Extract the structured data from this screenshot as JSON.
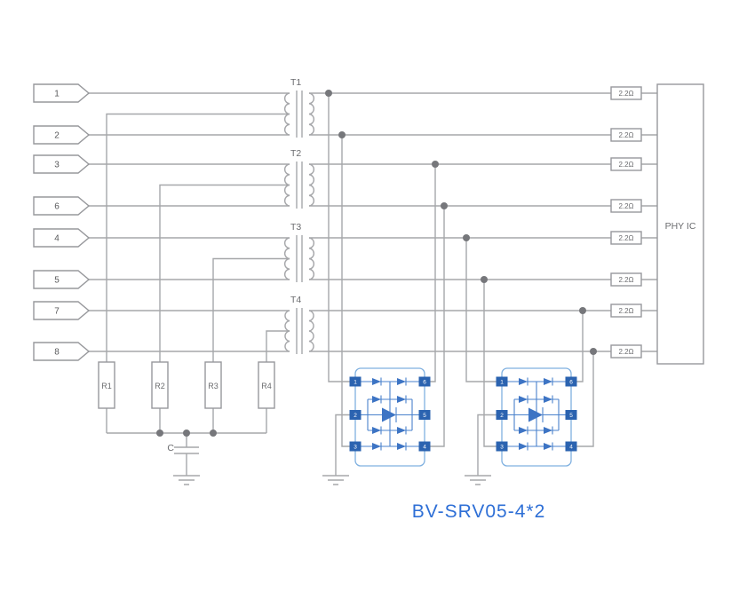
{
  "connectors": {
    "labels": [
      "1",
      "2",
      "3",
      "6",
      "4",
      "5",
      "7",
      "8"
    ]
  },
  "transformers": {
    "labels": [
      "T1",
      "T2",
      "T3",
      "T4"
    ]
  },
  "resistors": {
    "termination": [
      "R1",
      "R2",
      "R3",
      "R4"
    ],
    "series": [
      "2.2Ω",
      "2.2Ω",
      "2.2Ω",
      "2.2Ω",
      "2.2Ω",
      "2.2Ω",
      "2.2Ω",
      "2.2Ω"
    ]
  },
  "capacitor": {
    "label": "C"
  },
  "phy": {
    "label": "PHY IC"
  },
  "tvs": {
    "part_label": "BV-SRV05-4*2",
    "arrays": [
      {
        "pins_left": [
          "1",
          "2",
          "3"
        ],
        "pins_right": [
          "6",
          "5",
          "4"
        ]
      },
      {
        "pins_left": [
          "1",
          "2",
          "3"
        ],
        "pins_right": [
          "6",
          "5",
          "4"
        ]
      }
    ]
  },
  "colors": {
    "wire_gray": "#a6a7aa",
    "junction_dot": "#76777b",
    "component_outline": "#97989c",
    "tvs_outline_blue": "#7fb0e0",
    "tvs_diode_blue": "#3d74c4",
    "tvs_pin_blue": "#2b63b0",
    "part_label_blue": "#2e6fd6"
  }
}
